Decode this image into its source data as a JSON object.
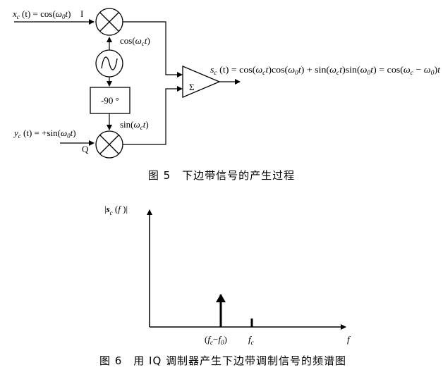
{
  "fig5": {
    "input_x": "x_c(t) = cos(ω_0 t)",
    "input_x_parts": {
      "lhs_var": "x",
      "sub": "c",
      "rest": "(t) = cos(",
      "omega": "ω",
      "omega_sub": "0",
      "tail": "t)"
    },
    "label_I": "I",
    "mixer_top_label": "cos(ω_c t)",
    "oscillator_symbol": "~",
    "phase_shifter": "-90 °",
    "input_y": "y_c(t) = +sin(ω_0 t)",
    "label_Q": "Q",
    "mixer_bottom_label": "sin(ω_c t)",
    "summer_symbol": "Σ",
    "output": "s_c(t) = cos(ω_c t)cos(ω_0 t) + sin(ω_c t)sin(ω_0 t) = cos(ω_c − ω_0)t",
    "caption": "图 5　下边带信号的产生过程"
  },
  "fig6": {
    "y_axis_label": "|s_c(f)|",
    "x_axis_label": "f",
    "tick_lsb": "(f_c−f_0)",
    "tick_carrier": "f_c",
    "caption": "图 6　用 IQ 调制器产生下边带调制信号的频谱图"
  }
}
